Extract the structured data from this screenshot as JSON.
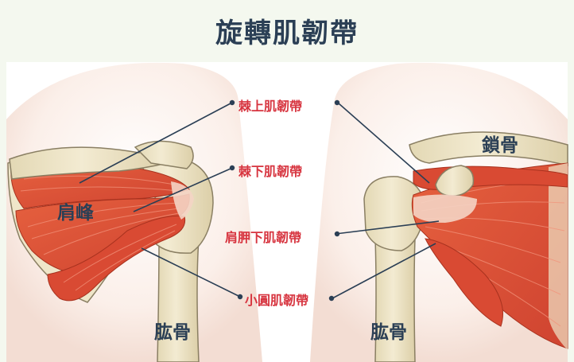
{
  "title": "旋轉肌韌帶",
  "labels": {
    "supraspinatus": "棘上肌韌帶",
    "infraspinatus": "棘下肌韌帶",
    "subscapularis": "肩胛下肌韌帶",
    "teres_minor": "小圓肌韌帶"
  },
  "bones": {
    "acromion": "肩峰",
    "clavicle": "鎖骨",
    "humerus_left": "肱骨",
    "humerus_right": "肱骨"
  },
  "colors": {
    "muscle": "#e2553f",
    "muscle_dark": "#c23a2b",
    "tendon": "#f4d4c4",
    "bone": "#ede4c8",
    "bone_outline": "#8a7f63",
    "label_red": "#d7343f",
    "leader": "#2b3f55"
  }
}
